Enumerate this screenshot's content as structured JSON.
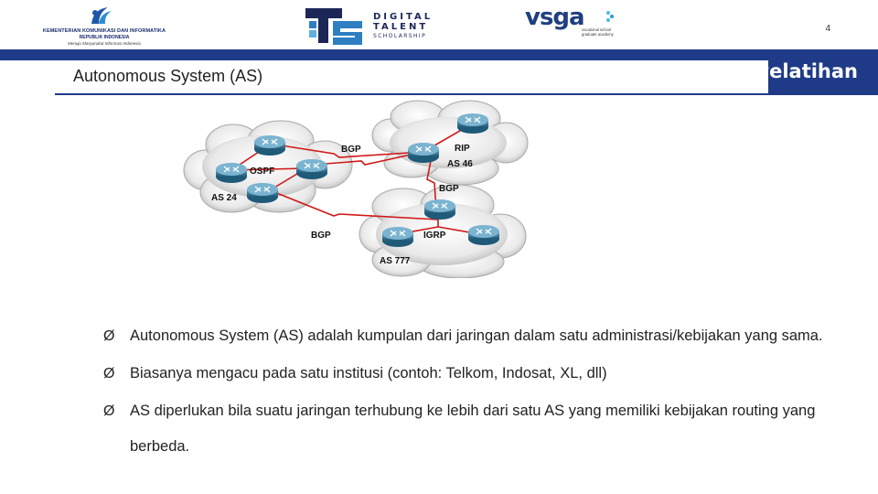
{
  "header": {
    "kominfo_line1": "KEMENTERIAN KOMUNIKASI DAN INFORMATIKA",
    "kominfo_line2": "REPUBLIK INDONESIA",
    "kominfo_line3": "Menuju Masyarakat Informasi Indonesia",
    "dts_word1": "DIGITAL",
    "dts_word2": "TALENT",
    "dts_word3": "SCHOLARSHIP",
    "vsga_brand": "vsga",
    "vsga_tagline": "vocational school graduate academy",
    "page_number": "4",
    "program_label": "Pelatihan"
  },
  "slide": {
    "title": "Autonomous System (AS)"
  },
  "diagram": {
    "labels": {
      "bgp_top": "BGP",
      "rip": "RIP",
      "as46": "AS 46",
      "ospf": "OSPF",
      "as24": "AS 24",
      "bgp_right": "BGP",
      "bgp_bottom": "BGP",
      "igrp": "IGRP",
      "as777": "AS 777"
    }
  },
  "bullets": [
    "Autonomous System (AS) adalah kumpulan dari jaringan dalam satu administrasi/kebijakan yang sama.",
    "Biasanya mengacu pada satu institusi (contoh: Telkom, Indosat, XL, dll)",
    "AS diperlukan bila suatu jaringan terhubung ke lebih dari satu AS yang memiliki kebijakan routing yang berbeda."
  ],
  "bullet_marker": "Ø",
  "colors": {
    "band": "#1f3b87",
    "link": "#d01818",
    "router": "#2f6f8f"
  }
}
